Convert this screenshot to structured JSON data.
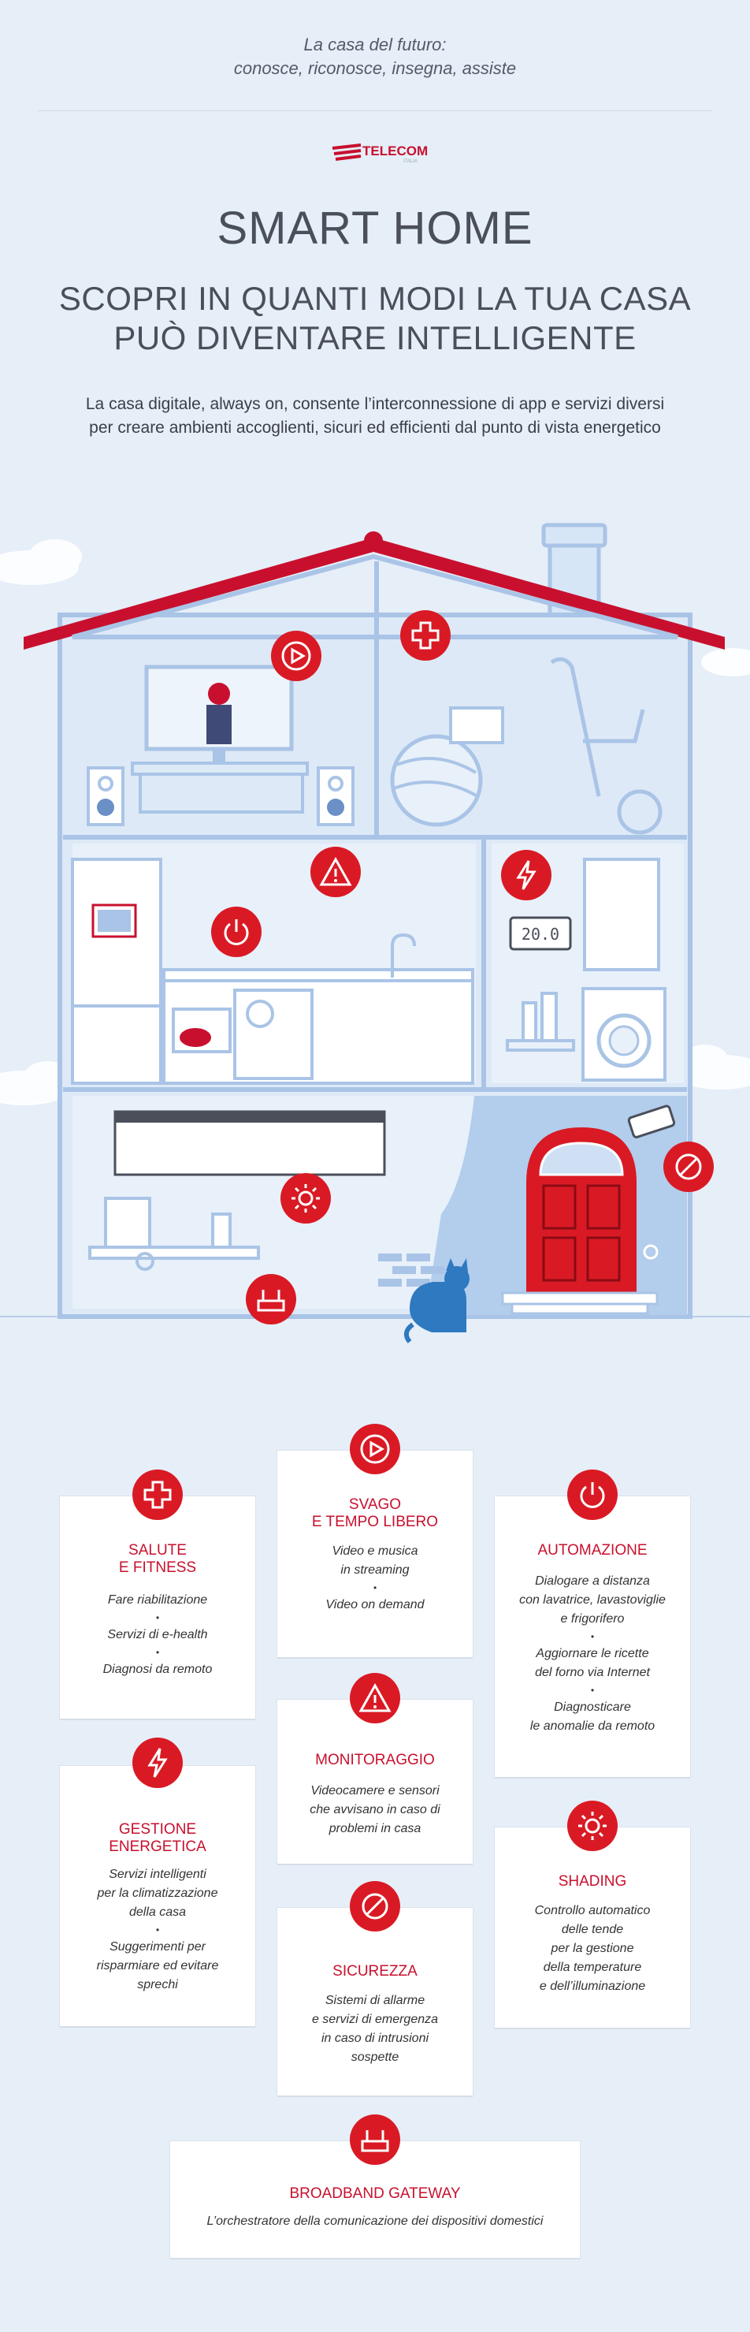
{
  "header": {
    "tagline_line1": "La casa del futuro:",
    "tagline_line2": "conosce, riconosce, insegna, assiste",
    "logo_text": "TELECOM",
    "logo_sub": "ITALIA",
    "title": "SMART HOME",
    "subtitle_line1": "SCOPRI IN QUANTI MODI LA TUA CASA",
    "subtitle_line2": "PUÒ DIVENTARE INTELLIGENTE",
    "intro_line1": "La casa digitale, always on, consente l’interconnessione di app e servizi diversi",
    "intro_line2": "per creare ambienti accoglienti, sicuri ed efficienti dal punto di vista energetico"
  },
  "house": {
    "thermostat_display": "20.0"
  },
  "cards": {
    "salute": {
      "title_line1": "SALUTE",
      "title_line2": "E FITNESS",
      "items": [
        "Fare riabilitazione",
        "Servizi di e-health",
        "Diagnosi da remoto"
      ],
      "icon": "plus-icon"
    },
    "svago": {
      "title_line1": "SVAGO",
      "title_line2": "E TEMPO LIBERO",
      "items": [
        "Video e musica",
        "in streaming",
        "Video on demand"
      ],
      "icon": "play-icon"
    },
    "automazione": {
      "title": "AUTOMAZIONE",
      "items": [
        "Dialogare a distanza",
        "con lavatrice, lavastoviglie",
        "e frigorifero",
        "Aggiornare le ricette",
        "del forno via Internet",
        "Diagnosticare",
        "le anomalie da remoto"
      ],
      "icon": "power-icon"
    },
    "monitoraggio": {
      "title": "MONITORAGGIO",
      "items": [
        "Videocamere e sensori",
        "che avvisano in caso di",
        "problemi in casa"
      ],
      "icon": "warning-icon"
    },
    "gestione": {
      "title_line1": "GESTIONE",
      "title_line2": "ENERGETICA",
      "items": [
        "Servizi intelligenti",
        "per la climatizzazione",
        "della casa",
        "Suggerimenti per",
        "risparmiare ed evitare",
        "sprechi"
      ],
      "icon": "lightning-icon"
    },
    "shading": {
      "title": "SHADING",
      "items": [
        "Controllo automatico",
        "delle tende",
        "per la gestione",
        "della temperature",
        "e dell’illuminazione"
      ],
      "icon": "sun-icon"
    },
    "sicurezza": {
      "title": "SICUREZZA",
      "items": [
        "Sistemi di allarme",
        "e servizi di emergenza",
        "in caso di intrusioni",
        "sospette"
      ],
      "icon": "prohibited-icon"
    },
    "broadband": {
      "title": "BROADBAND GATEWAY",
      "body": "L’orchestratore della comunicazione dei dispositivi domestici",
      "icon": "router-icon"
    }
  },
  "colors": {
    "accent": "#d91a24",
    "house_stroke": "#a9c4e6",
    "background": "#e6eef8",
    "text_dark": "#4a4f5a"
  }
}
